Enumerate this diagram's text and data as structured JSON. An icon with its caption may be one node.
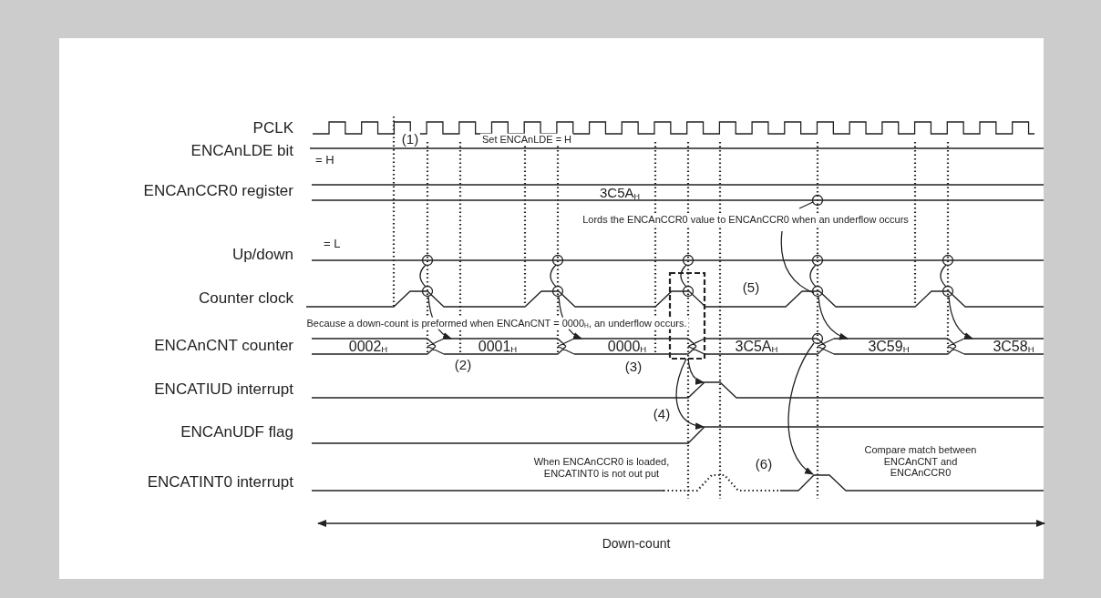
{
  "diagram": {
    "labels": [
      "PCLK",
      "(1)",
      "Set ENCAnLDE = H",
      "ENCAnLDE bit",
      "= H",
      "ENCAnCCR0 register",
      "3C5A$_{H}$",
      "Lords the ENCAnCCR0 value to ENCAnCCR0 when an underflow occurs",
      "Up/down",
      "= L",
      "Counter clock",
      "(5)",
      "Because a down-count is preformed when ENCAnCNT = 0000$_{H}$, an underflow occurs.",
      "ENCAnCNT counter",
      "0002$_{H}$",
      "0001$_{H}$",
      "0000$_{H}$",
      "3C5A$_{H}$",
      "3C59$_{H}$",
      "3C58$_{H}$",
      "(2)",
      "(3)",
      "ENCATIUD interrupt",
      "(4)",
      "ENCAnUDF flag",
      "When ENCAnCCR0 is loaded, ENCATINT0 is not out put",
      "(6)",
      "Compare match between ENCAnCNT and ENCAnCCR0",
      "ENCATINT0 interrupt",
      "Down-count"
    ]
  }
}
